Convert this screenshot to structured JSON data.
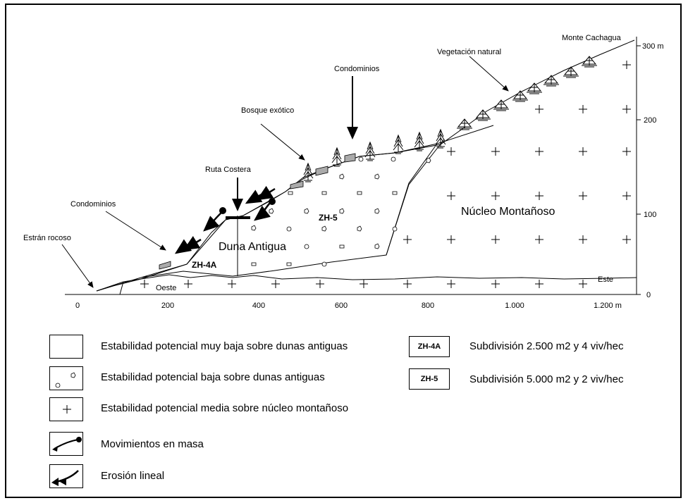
{
  "diagram": {
    "labels": {
      "monte": "Monte Cachagua",
      "vegetacion": "Vegetación natural",
      "condominios_top": "Condominios",
      "bosque": "Bosque exótico",
      "ruta": "Ruta Costera",
      "condominios_left": "Condominios",
      "estran": "Estrán rocoso",
      "nucleo": "Núcleo Montañoso",
      "duna": "Duna Antigua",
      "zh4a": "ZH-4A",
      "zh5": "ZH-5",
      "oeste": "Oeste",
      "este": "Este"
    },
    "x_ticks": [
      "0",
      "200",
      "400",
      "600",
      "800",
      "1.000",
      "1.200 m"
    ],
    "y_ticks": [
      "0",
      "100",
      "200",
      "300 m"
    ]
  },
  "legend": {
    "items": [
      {
        "text": "Estabilidad potencial muy baja sobre dunas antiguas",
        "symbol": "empty-box"
      },
      {
        "text": "Estabilidad potencial baja sobre dunas antiguas",
        "symbol": "pebble-box"
      },
      {
        "text": "Estabilidad potencial media sobre núcleo montañoso",
        "symbol": "cross-box"
      },
      {
        "text": "Movimientos en masa",
        "symbol": "mass-movement-arrow"
      },
      {
        "text": "Erosión lineal",
        "symbol": "linear-erosion-arrow"
      }
    ],
    "zones": [
      {
        "code": "ZH-4A",
        "text": "Subdivisión 2.500 m2 y 4 viv/hec"
      },
      {
        "code": "ZH-5",
        "text": "Subdivisión 5.000 m2 y 2 viv/hec"
      }
    ]
  }
}
